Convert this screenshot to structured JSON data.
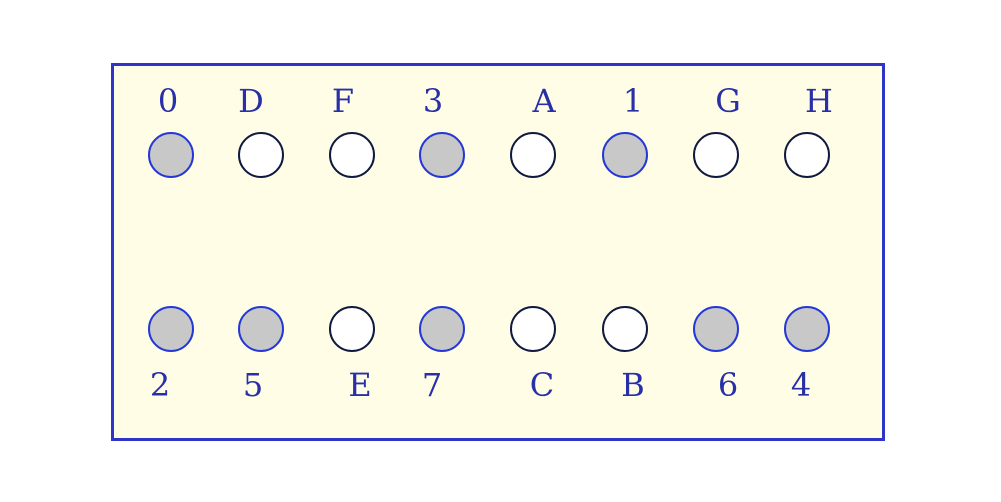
{
  "diagram": {
    "top_row": [
      {
        "label": "0",
        "state": "filled"
      },
      {
        "label": "D",
        "state": "empty"
      },
      {
        "label": "F",
        "state": "empty"
      },
      {
        "label": "3",
        "state": "filled"
      },
      {
        "label": "A",
        "state": "empty"
      },
      {
        "label": "1",
        "state": "filled"
      },
      {
        "label": "G",
        "state": "empty"
      },
      {
        "label": "H",
        "state": "empty"
      }
    ],
    "bottom_row": [
      {
        "label": "2",
        "state": "filled"
      },
      {
        "label": "5",
        "state": "filled"
      },
      {
        "label": "E",
        "state": "empty"
      },
      {
        "label": "7",
        "state": "filled"
      },
      {
        "label": "C",
        "state": "empty"
      },
      {
        "label": "B",
        "state": "empty"
      },
      {
        "label": "6",
        "state": "filled"
      },
      {
        "label": "4",
        "state": "filled"
      }
    ]
  },
  "colors": {
    "board_fill": "#fffde6",
    "border": "#2f35c8",
    "filled_pin": "#c8c8c8",
    "empty_pin": "#ffffff",
    "label": "#2730a8"
  }
}
